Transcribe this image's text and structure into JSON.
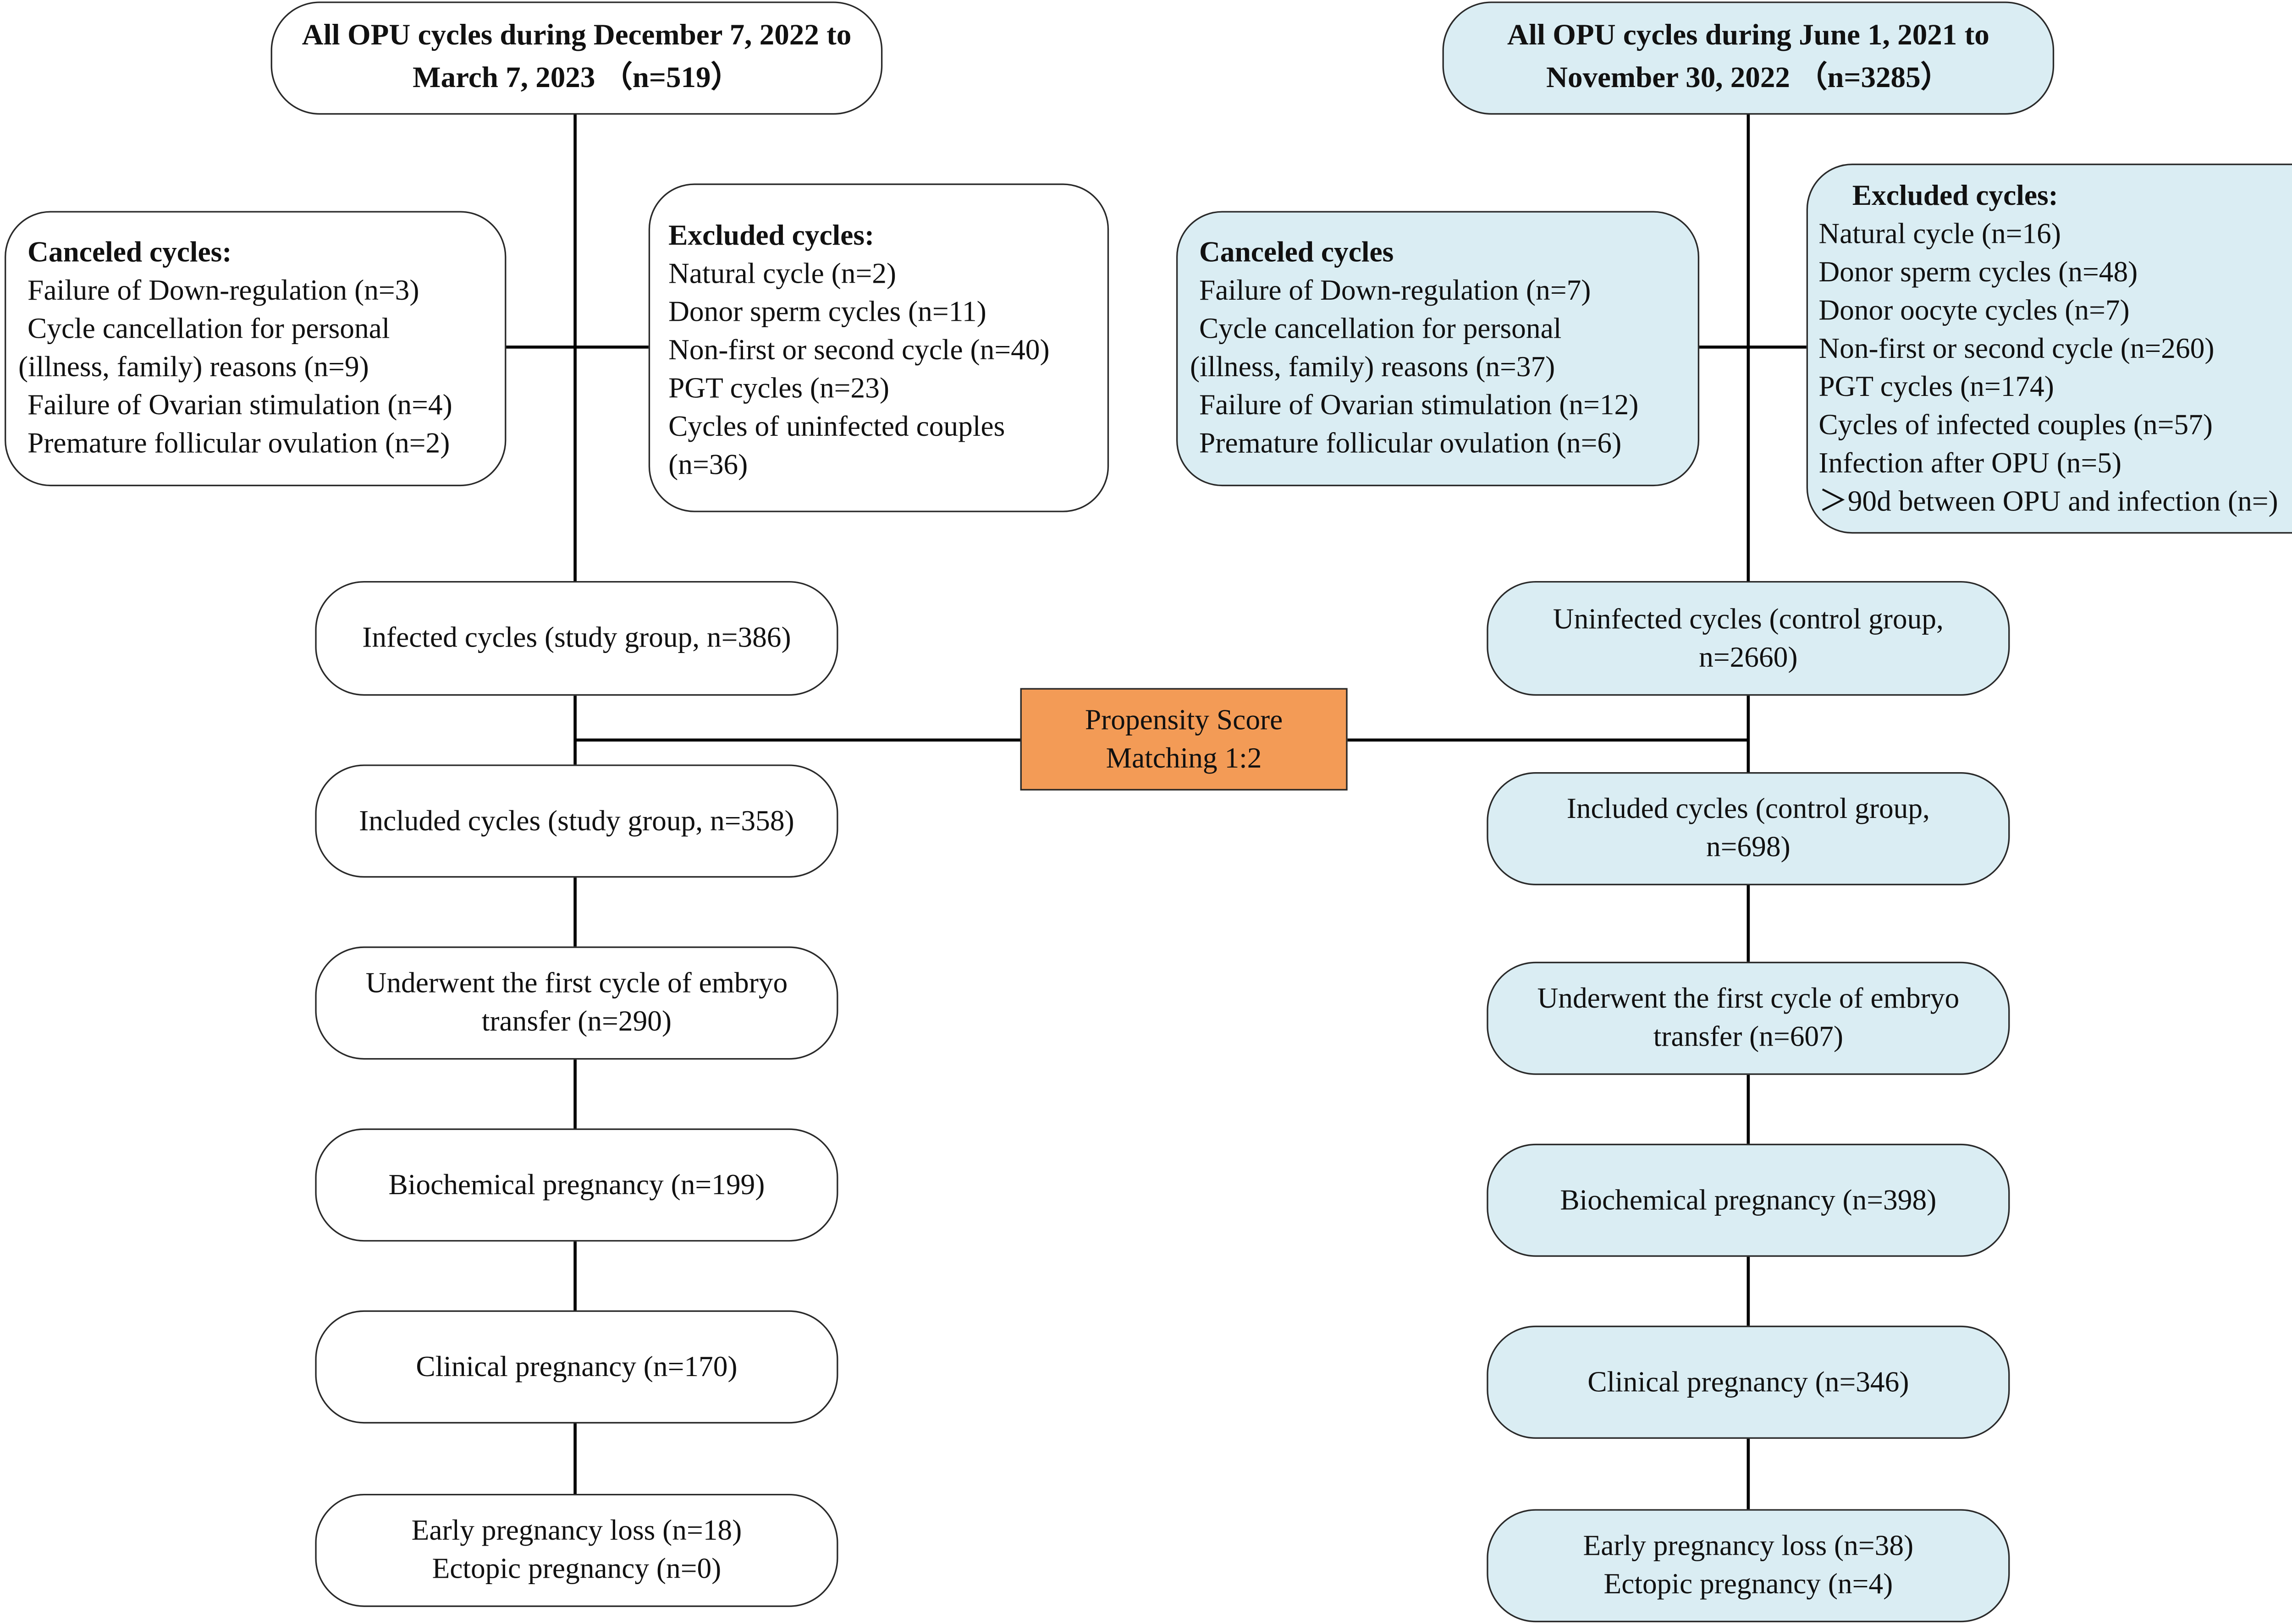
{
  "left": {
    "top": [
      "All OPU cycles during December 7, 2022 to",
      "March 7, 2023 （n=519）"
    ],
    "canceled": {
      "title": "Canceled cycles:",
      "items": [
        "Failure of Down-regulation (n=3)",
        "Cycle cancellation for personal",
        "(illness, family) reasons (n=9)",
        "Failure of Ovarian stimulation (n=4)",
        "Premature follicular ovulation (n=2)"
      ]
    },
    "excluded": {
      "title": "Excluded cycles:",
      "items": [
        "Natural cycle (n=2)",
        "Donor sperm cycles (n=11)",
        "Non-first or second cycle (n=40)",
        "PGT cycles (n=23)",
        "Cycles of uninfected couples",
        "(n=36)"
      ]
    },
    "flow": [
      [
        "Infected cycles (study group, n=386)"
      ],
      [
        "Included cycles (study group, n=358)"
      ],
      [
        "Underwent the first cycle of embryo",
        "transfer (n=290)"
      ],
      [
        "Biochemical pregnancy (n=199)"
      ],
      [
        "Clinical pregnancy (n=170)"
      ],
      [
        "Early pregnancy loss (n=18)",
        "Ectopic pregnancy (n=0)"
      ]
    ]
  },
  "right": {
    "top": [
      "All OPU cycles during June 1, 2021 to",
      "November 30, 2022 （n=3285）"
    ],
    "canceled": {
      "title": "Canceled cycles",
      "items": [
        "Failure of Down-regulation (n=7)",
        "Cycle cancellation for personal",
        "(illness, family) reasons (n=37)",
        "Failure of Ovarian stimulation (n=12)",
        "Premature follicular ovulation (n=6)"
      ]
    },
    "excluded": {
      "title": "Excluded cycles:",
      "items": [
        "Natural cycle (n=16)",
        "Donor sperm cycles (n=48)",
        "Donor oocyte cycles (n=7)",
        "Non-first or second cycle (n=260)",
        "PGT cycles (n=174)",
        "Cycles of infected couples (n=57)",
        "Infection after OPU (n=5)",
        "＞90d between OPU and infection (n=)"
      ]
    },
    "flow": [
      [
        "Uninfected cycles (control group,",
        "n=2660)"
      ],
      [
        "Included cycles (control group,",
        "n=698)"
      ],
      [
        "Underwent the first cycle of embryo",
        "transfer (n=607)"
      ],
      [
        "Biochemical pregnancy (n=398)"
      ],
      [
        "Clinical pregnancy (n=346)"
      ],
      [
        "Early pregnancy loss (n=38)",
        "Ectopic pregnancy (n=4)"
      ]
    ]
  },
  "psm": [
    "Propensity Score",
    "Matching 1:2"
  ],
  "colors": {
    "right_fill": "#daedf3",
    "psm_fill": "#f39b56",
    "line": "#000000"
  }
}
